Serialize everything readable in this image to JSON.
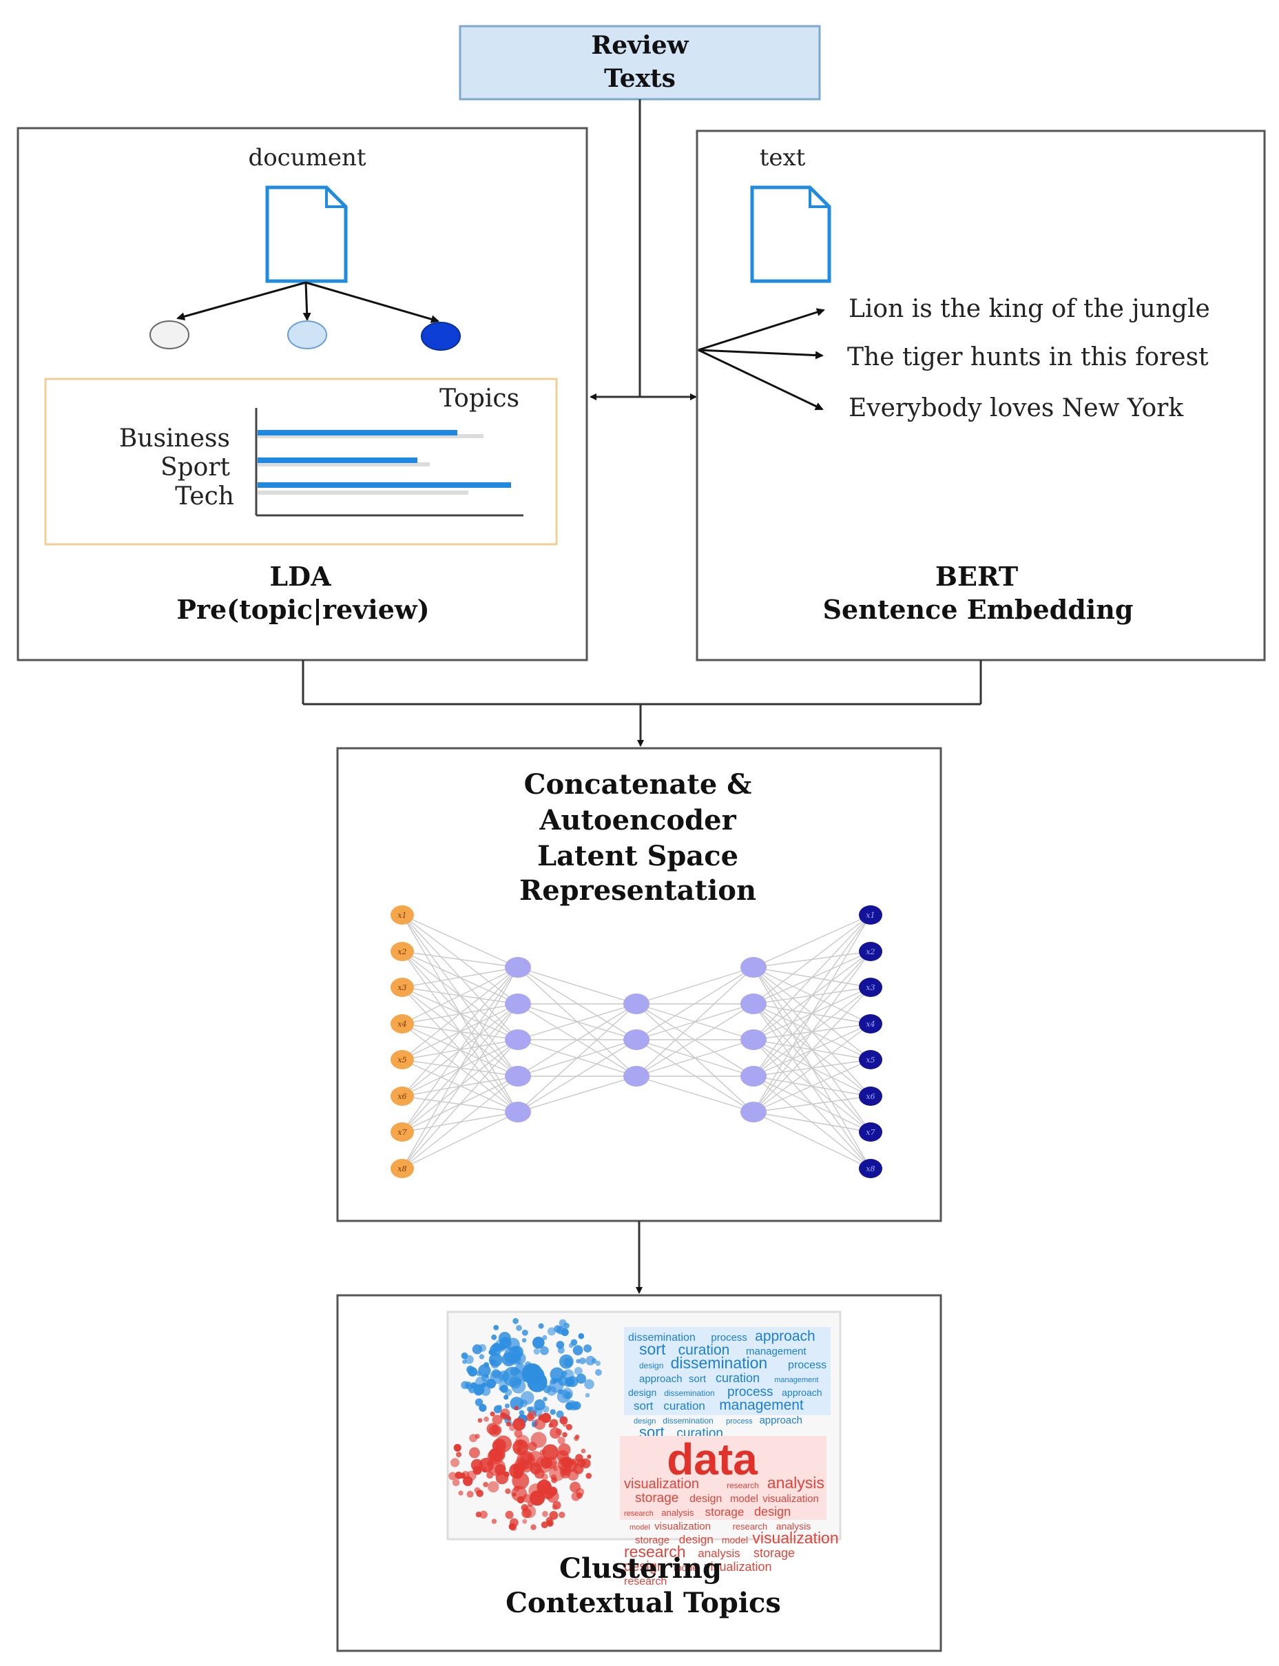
{
  "top_box": {
    "title_line1": "Review",
    "title_line2": "Texts"
  },
  "lda": {
    "doc_label": "document",
    "topics_title": "Topics",
    "topic_names": [
      "Business",
      "Sport",
      "Tech"
    ],
    "caption_line1": "LDA",
    "caption_line2": "Pre(topic|review)"
  },
  "bert": {
    "doc_label": "text",
    "sentences": [
      "Lion is the king of the jungle",
      "The tiger hunts in this forest",
      "Everybody loves New York"
    ],
    "caption_line1": "BERT",
    "caption_line2": "Sentence Embedding"
  },
  "autoencoder": {
    "title_lines": [
      "Concatenate &",
      "Autoencoder",
      "Latent Space",
      "Representation"
    ],
    "input_labels": [
      "x1",
      "x2",
      "x3",
      "x4",
      "x5",
      "x6",
      "x7",
      "x8"
    ],
    "output_labels": [
      "x1",
      "x2",
      "x3",
      "x4",
      "x5",
      "x6",
      "x7",
      "x8"
    ]
  },
  "clustering": {
    "wordcloud_main_word": "data",
    "blue_cloud_words": [
      "dissemination",
      "process",
      "approach",
      "sort",
      "curation",
      "management",
      "design"
    ],
    "red_cloud_words": [
      "visualization",
      "research",
      "analysis",
      "storage",
      "design",
      "model"
    ],
    "caption_line1": "Clustering",
    "caption_line2": "Contextual Topics"
  },
  "colors": {
    "top_box_fill": "#d4e6f6",
    "top_box_stroke": "#7da7cf",
    "topics_panel_border": "#f0cf94",
    "doc_icon": "#1f8ce0",
    "bar_blue": "#1f88e0",
    "bar_grey": "#dcdcdc",
    "input_node": "#f5a64a",
    "hidden_node": "#a9a6f2",
    "output_node": "#13139a",
    "cluster_blue": "#2f8fe0",
    "cluster_red": "#e23a32"
  }
}
